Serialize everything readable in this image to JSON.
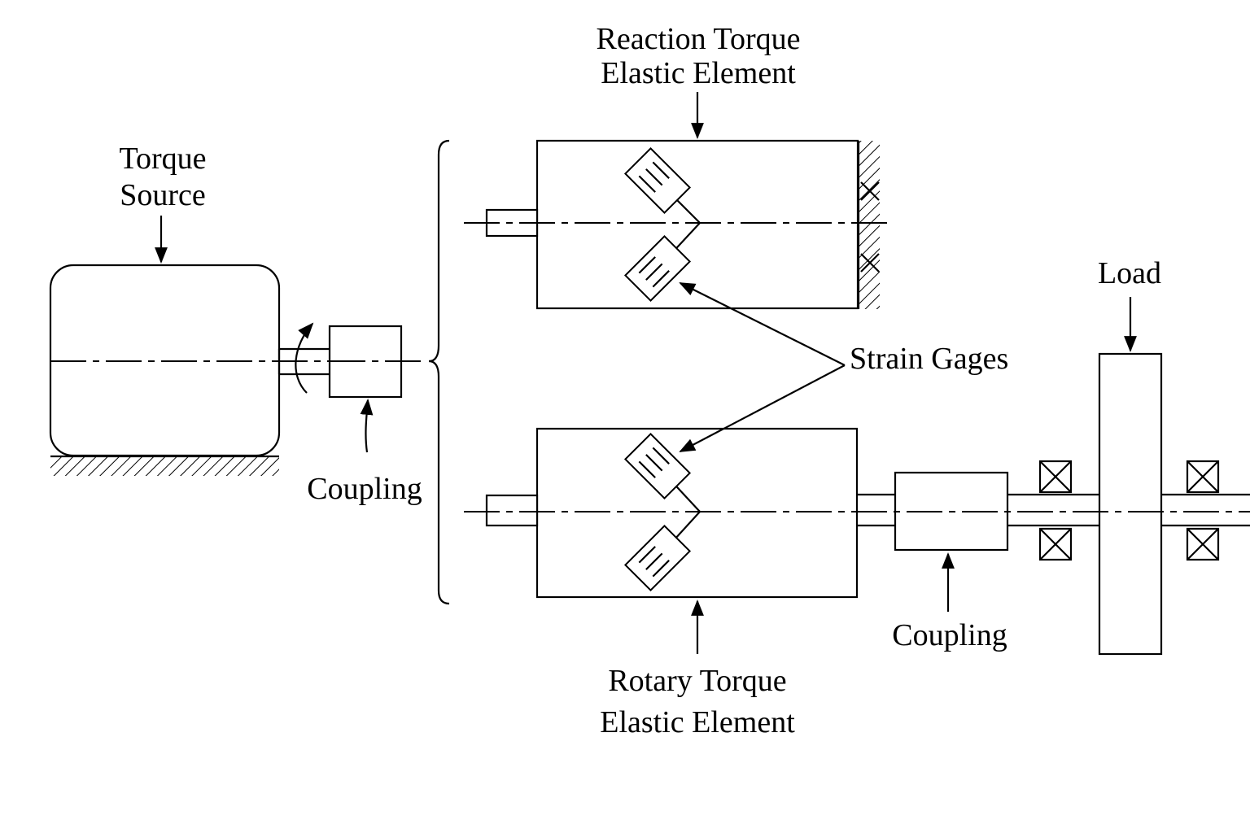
{
  "labels": {
    "torque_source_line1": "Torque",
    "torque_source_line2": "Source",
    "reaction_line1": "Reaction Torque",
    "reaction_line2": "Elastic Element",
    "strain_gages": "Strain Gages",
    "load": "Load",
    "coupling_left": "Coupling",
    "coupling_right": "Coupling",
    "rotary_line1": "Rotary Torque",
    "rotary_line2": "Elastic Element"
  }
}
